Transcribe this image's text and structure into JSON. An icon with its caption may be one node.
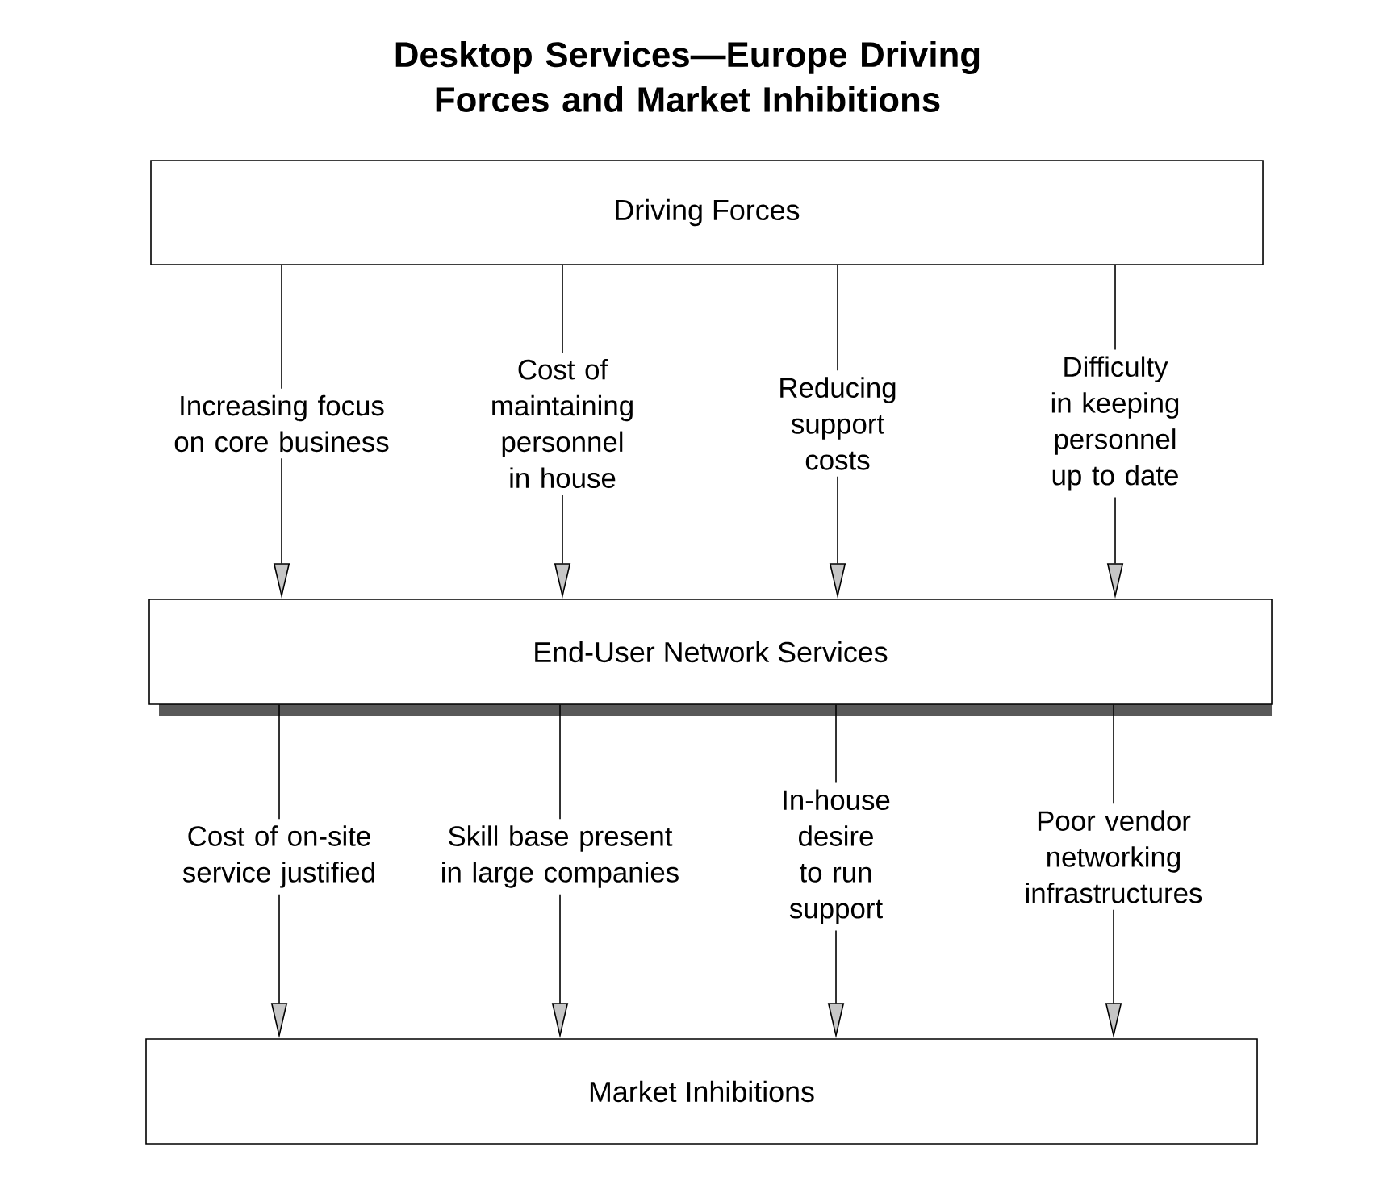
{
  "diagram": {
    "title": "Desktop Services—Europe Driving Forces and Market Inhibitions",
    "nodes": [
      {
        "text": [
          "Driving Forces"
        ]
      },
      {
        "text": [
          "End-User Network Services"
        ]
      },
      {
        "text": [
          "Market Inhibitions"
        ]
      }
    ],
    "edges": [
      {
        "from": 0,
        "to": 1,
        "arrow": "to",
        "label": "Increasing focus on core business"
      },
      {
        "from": 0,
        "to": 1,
        "arrow": "to",
        "label": "Cost of maintaining personnel in house"
      },
      {
        "from": 0,
        "to": 1,
        "arrow": "to",
        "label": "Reducing support costs"
      },
      {
        "from": 0,
        "to": 1,
        "arrow": "to",
        "label": "Difficulty in keeping personnel up to date"
      },
      {
        "from": 1,
        "to": 2,
        "arrow": "to",
        "label": "Cost of on-site service justified"
      },
      {
        "from": 1,
        "to": 2,
        "arrow": "to",
        "label": "Skill base present in large companies"
      },
      {
        "from": 1,
        "to": 2,
        "arrow": "to",
        "label": "In-house desire to run support"
      },
      {
        "from": 1,
        "to": 2,
        "arrow": "to",
        "label": "Poor vendor networking infrastructures"
      }
    ]
  }
}
